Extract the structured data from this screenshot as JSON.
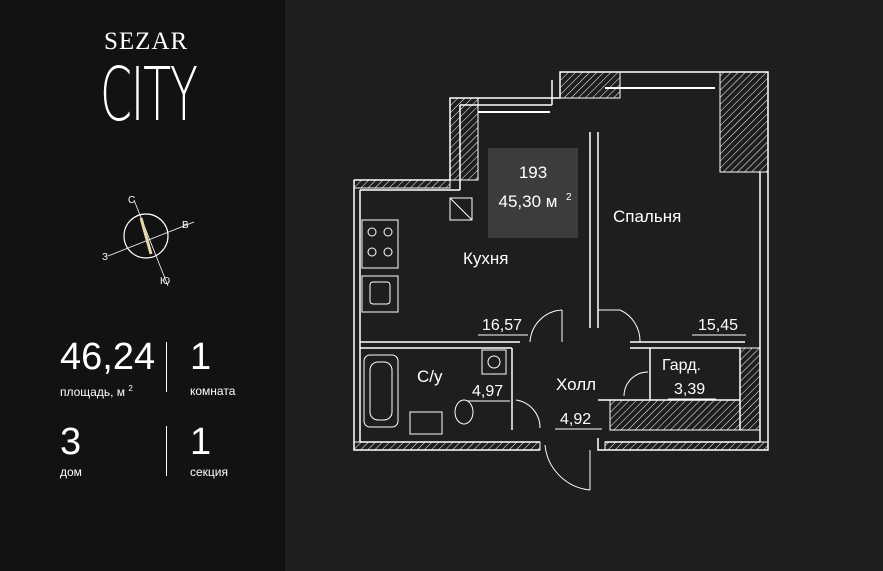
{
  "brand": {
    "line1": "SEZAR",
    "line2": "CITY"
  },
  "compass": {
    "north": "С",
    "east": "В",
    "west": "З",
    "south": "Ю"
  },
  "stats": {
    "area": {
      "value": "46,24",
      "label": "площадь, м",
      "label_sup": "2"
    },
    "rooms": {
      "value": "1",
      "label": "комната"
    },
    "building": {
      "value": "3",
      "label": "дом"
    },
    "section": {
      "value": "1",
      "label": "секция"
    }
  },
  "plan": {
    "apartment_number": "193",
    "apartment_area": "45,30 м",
    "apartment_area_sup": "2",
    "rooms": [
      {
        "name": "Кухня",
        "area": "16,57"
      },
      {
        "name": "Спальня",
        "area": "15,45"
      },
      {
        "name": "С/у",
        "area": "4,97"
      },
      {
        "name": "Холл",
        "area": "4,92"
      },
      {
        "name": "Гард.",
        "area": "3,39"
      }
    ]
  },
  "colors": {
    "background": "#1e1e1e",
    "panel": "#121212",
    "line": "#ffffff"
  }
}
